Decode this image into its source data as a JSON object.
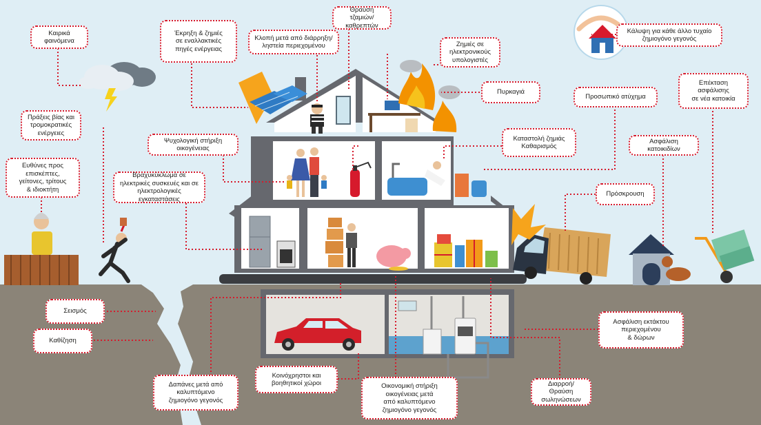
{
  "labels": {
    "weather": "Καιρικά\nφαινόμενα",
    "explosion": "Έκρηξη & ζημιές\nσε εναλλακτικές\nπηγές ενέργειας",
    "theft": "Κλοπή μετά από διάρρηξη/\nληστεία περιεχομένου",
    "glass": "Θραύση τζαμιών/\nκαθρεπτών",
    "electronics": "Ζημιές σε\nηλεκτρονικούς\nυπολογιστές",
    "other_cover": "Κάλυψη για κάθε άλλο τυχαίο\nζημιογόνο γεγονός",
    "fire": "Πυρκαγιά",
    "accident": "Προσωπικό ατύχημα",
    "new_home": "Επέκταση\nασφάλισης\nσε νέα κατοικία",
    "violence": "Πράξεις βίας και\nτρομοκρατικές\nενέργειες",
    "psych": "Ψυχολογική στήριξη\nοικογένειας",
    "cleanup": "Καταστολή ζημιάς\nΚαθαρισμός",
    "pets": "Ασφάλιση\nκατοικιδίων",
    "liability": "Ευθύνες προς\nεπισκέπτες,\nγείτονες, τρίτους\n& ιδιοκτήτη",
    "shortcircuit": "Βραχυκύκλωμα σε\nηλεκτρικές συσκευές και σε\nηλεκτρολογικές εγκαταστάσεις",
    "collision": "Πρόσκρουση",
    "earthquake": "Σεισμός",
    "subsidence": "Καθίζηση",
    "expenses": "Δαπάνες μετά από\nκαλυπτόμενο\nζημιογόνο γεγονός",
    "common_areas": "Κοινόχρηστοι και\nβοηθητικοί χώροι",
    "financial": "Οικονομική στήριξη\nοικογένειας μετά\nαπό καλυπτόμενο\nζημιογόνο γεγονός",
    "leak": "Διαρροή/ Θραύση\nσωληνώσεων",
    "valuables": "Ασφάλιση εκτάκτου\nπεριεχομένου\n& δώρων"
  },
  "colors": {
    "sky": "#dfeef5",
    "ground": "#8b8478",
    "house": "#66686e",
    "accent": "#d61a2c",
    "fire": "#f39200"
  }
}
